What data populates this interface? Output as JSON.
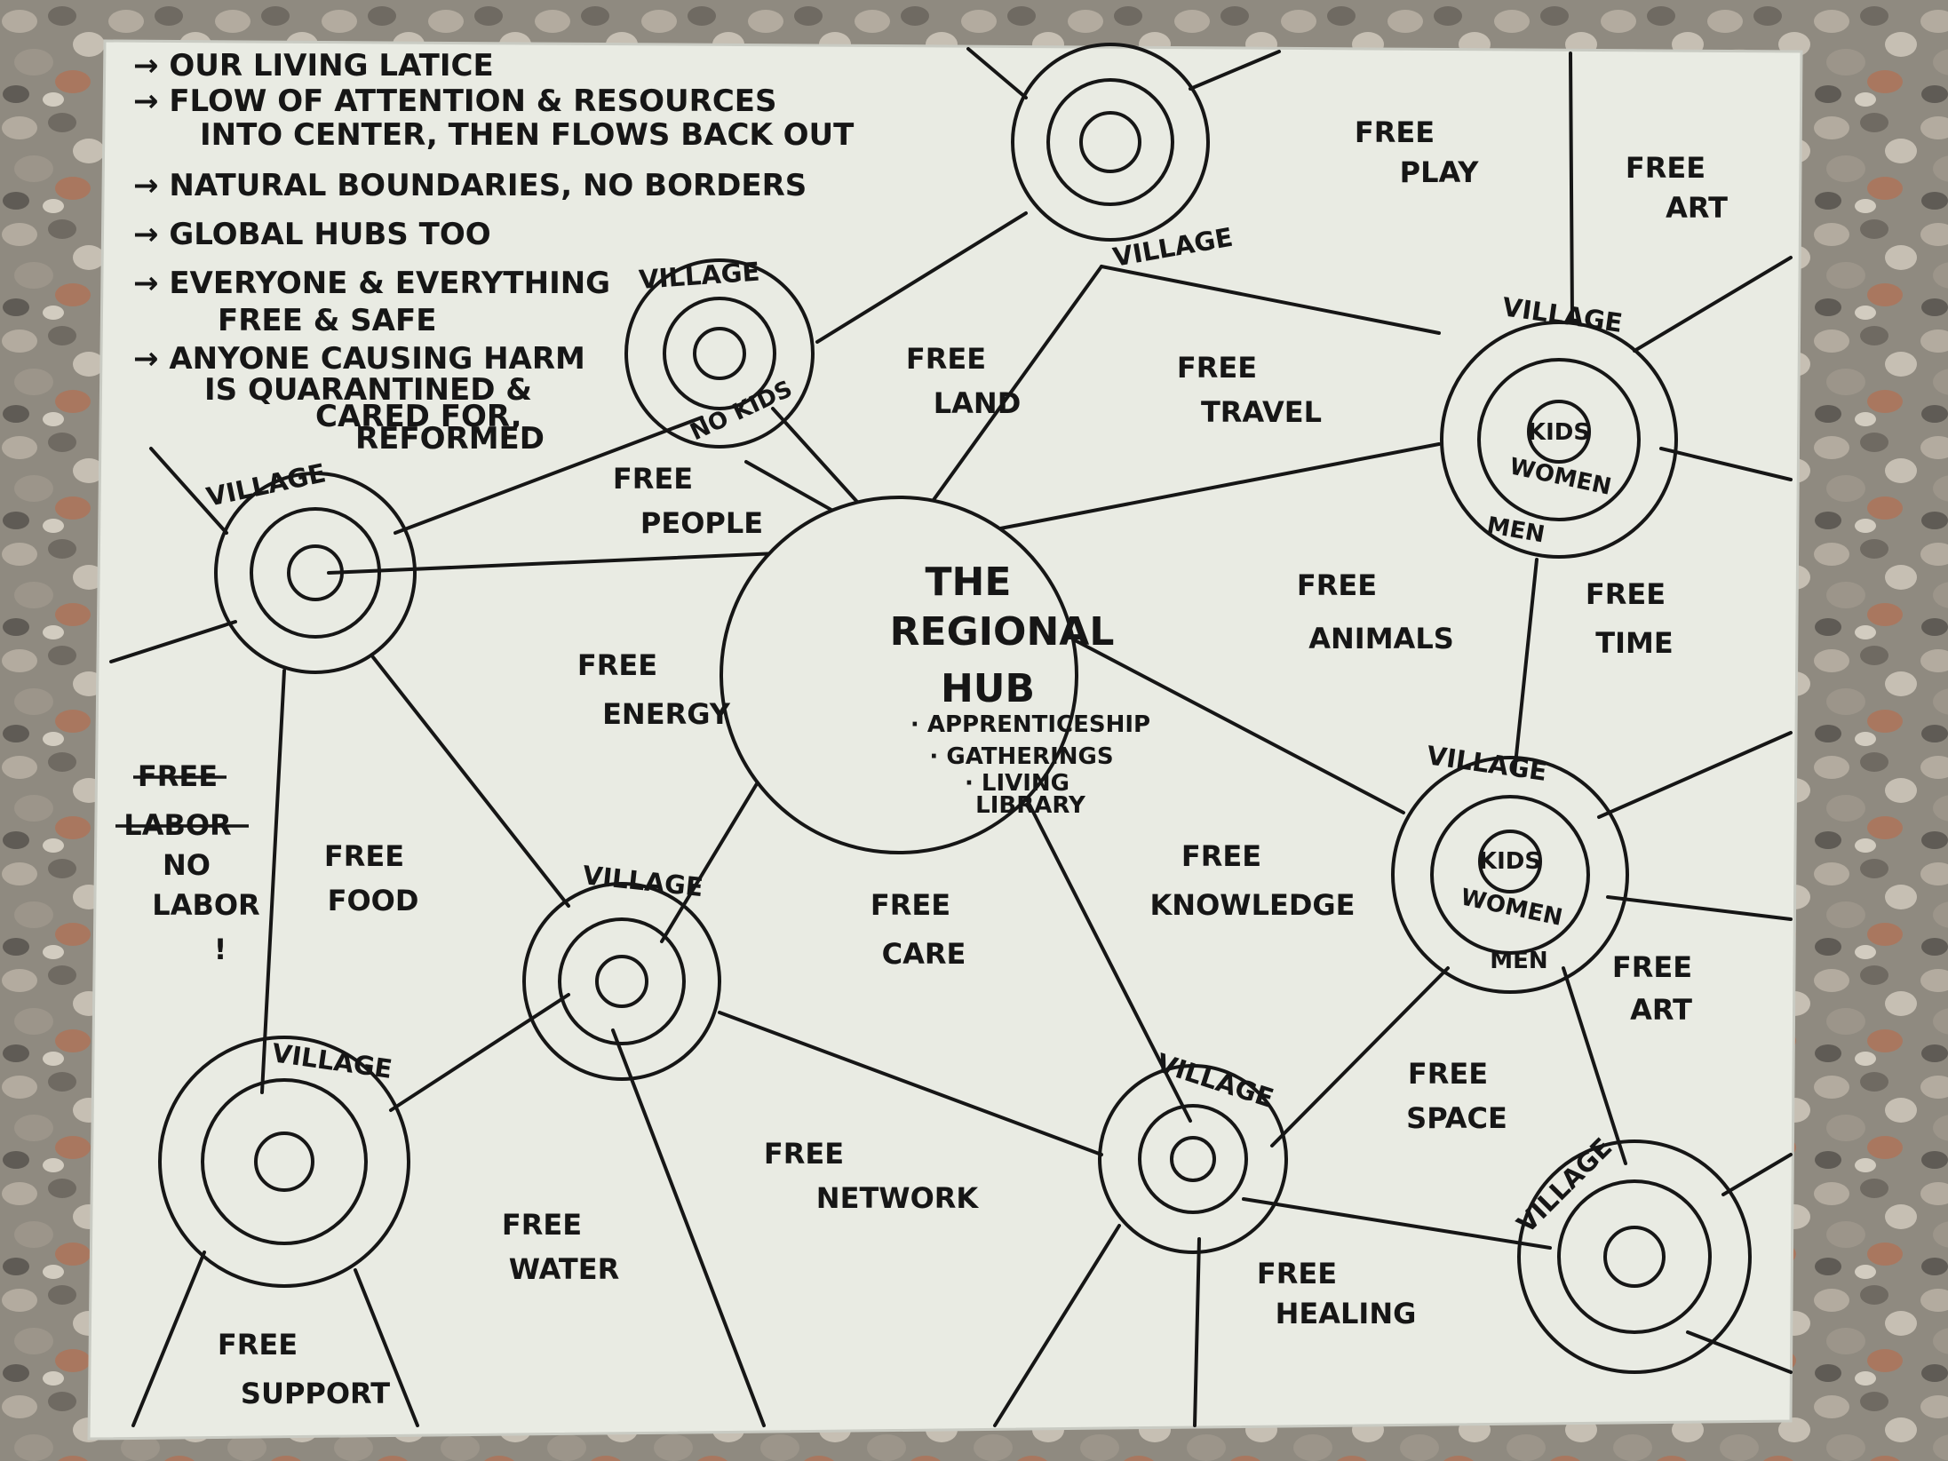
{
  "notes": [
    "→ OUR LIVING LATICE",
    "→ FLOW OF ATTENTION & RESOURCES",
    "INTO CENTER, THEN FLOWS BACK OUT",
    "→ NATURAL BOUNDARIES, NO BORDERS",
    "→ GLOBAL HUBS TOO",
    "→ EVERYONE & EVERYTHING",
    "FREE & SAFE",
    "→ ANYONE CAUSING HARM",
    "IS QUARANTINED &",
    "CARED FOR,",
    "REFORMED"
  ],
  "hub": {
    "title": [
      "THE",
      "REGIONAL",
      "HUB"
    ],
    "items": [
      "· APPRENTICESHIP",
      "· GATHERINGS",
      "· LIVING",
      "LIBRARY"
    ]
  },
  "village_label": "VILLAGE",
  "village_inner": {
    "no_kids": "NO KIDS",
    "kids": "KIDS",
    "women": "WOMEN",
    "men": "MEN"
  },
  "regions": {
    "free_play": [
      "FREE",
      "PLAY"
    ],
    "free_art_top": [
      "FREE",
      "ART"
    ],
    "free_land": [
      "FREE",
      "LAND"
    ],
    "free_travel": [
      "FREE",
      "TRAVEL"
    ],
    "free_people": [
      "FREE",
      "PEOPLE"
    ],
    "free_animals": [
      "FREE",
      "ANIMALS"
    ],
    "free_time": [
      "FREE",
      "TIME"
    ],
    "free_energy": [
      "FREE",
      "ENERGY"
    ],
    "free_labor_struck": [
      "FREE",
      "LABOR"
    ],
    "no_labor": [
      "NO",
      "LABOR",
      "!"
    ],
    "free_food": [
      "FREE",
      "FOOD"
    ],
    "free_care": [
      "FREE",
      "CARE"
    ],
    "free_knowledge": [
      "FREE",
      "KNOWLEDGE"
    ],
    "free_art_right": [
      "FREE",
      "ART"
    ],
    "free_space": [
      "FREE",
      "SPACE"
    ],
    "free_network": [
      "FREE",
      "NETWORK"
    ],
    "free_water": [
      "FREE",
      "WATER"
    ],
    "free_healing": [
      "FREE",
      "HEALING"
    ],
    "free_support": [
      "FREE",
      "SUPPORT"
    ]
  },
  "colors": {
    "paper": "#e9ebe3",
    "ink": "#161616",
    "gravel": "#8f8a80"
  }
}
